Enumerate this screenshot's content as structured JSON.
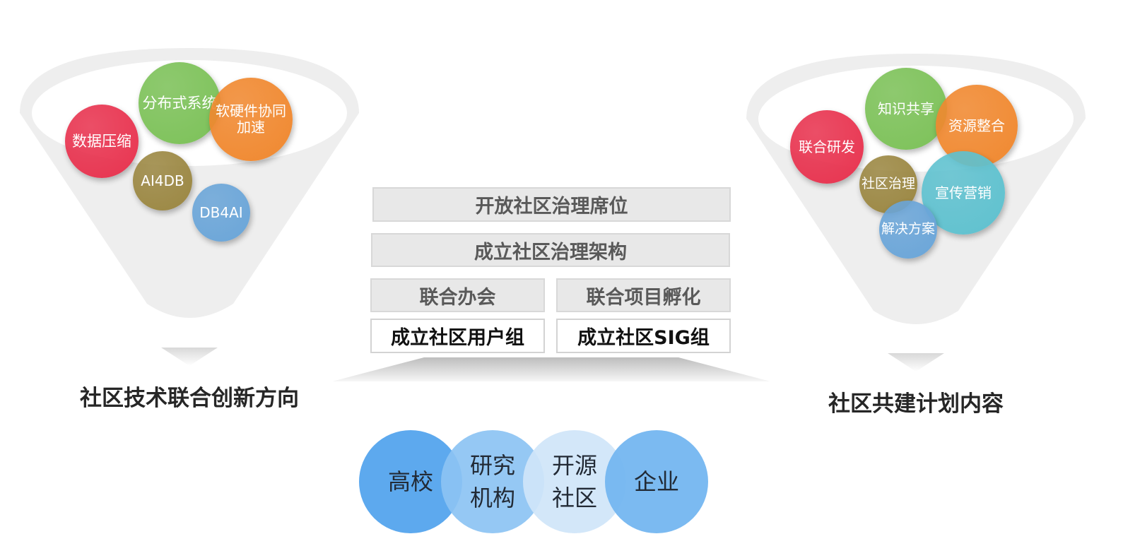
{
  "left_funnel": {
    "caption": "社区技术联合创新方向",
    "items": [
      {
        "label": "数据压缩",
        "color": "#e8334f"
      },
      {
        "label": "分布式系统",
        "color": "#7cc158"
      },
      {
        "label": "软硬件协同\n加速",
        "color": "#f0882f"
      },
      {
        "label": "AI4DB",
        "color": "#9b8742"
      },
      {
        "label": "DB4AI",
        "color": "#6aa5d8"
      }
    ]
  },
  "right_funnel": {
    "caption": "社区共建计划内容",
    "items": [
      {
        "label": "联合研发",
        "color": "#e8334f"
      },
      {
        "label": "知识共享",
        "color": "#7cc158"
      },
      {
        "label": "资源整合",
        "color": "#f0882f"
      },
      {
        "label": "社区治理",
        "color": "#9b8742"
      },
      {
        "label": "宣传营销",
        "color": "#5ec1cf"
      },
      {
        "label": "解决方案",
        "color": "#6aa5d8"
      }
    ]
  },
  "center": {
    "row1": "开放社区治理席位",
    "row2": "成立社区治理架构",
    "row3_left": "联合办会",
    "row3_right": "联合项目孵化",
    "row4_left": "成立社区用户组",
    "row4_right": "成立社区SIG组"
  },
  "participants": [
    {
      "label": "高校",
      "color": "#5da9ee"
    },
    {
      "label": "研究\n机构",
      "color": "#8cc3f3"
    },
    {
      "label": "开源\n社区",
      "color": "#cfe5f8"
    },
    {
      "label": "企业",
      "color": "#74b6f0"
    }
  ]
}
